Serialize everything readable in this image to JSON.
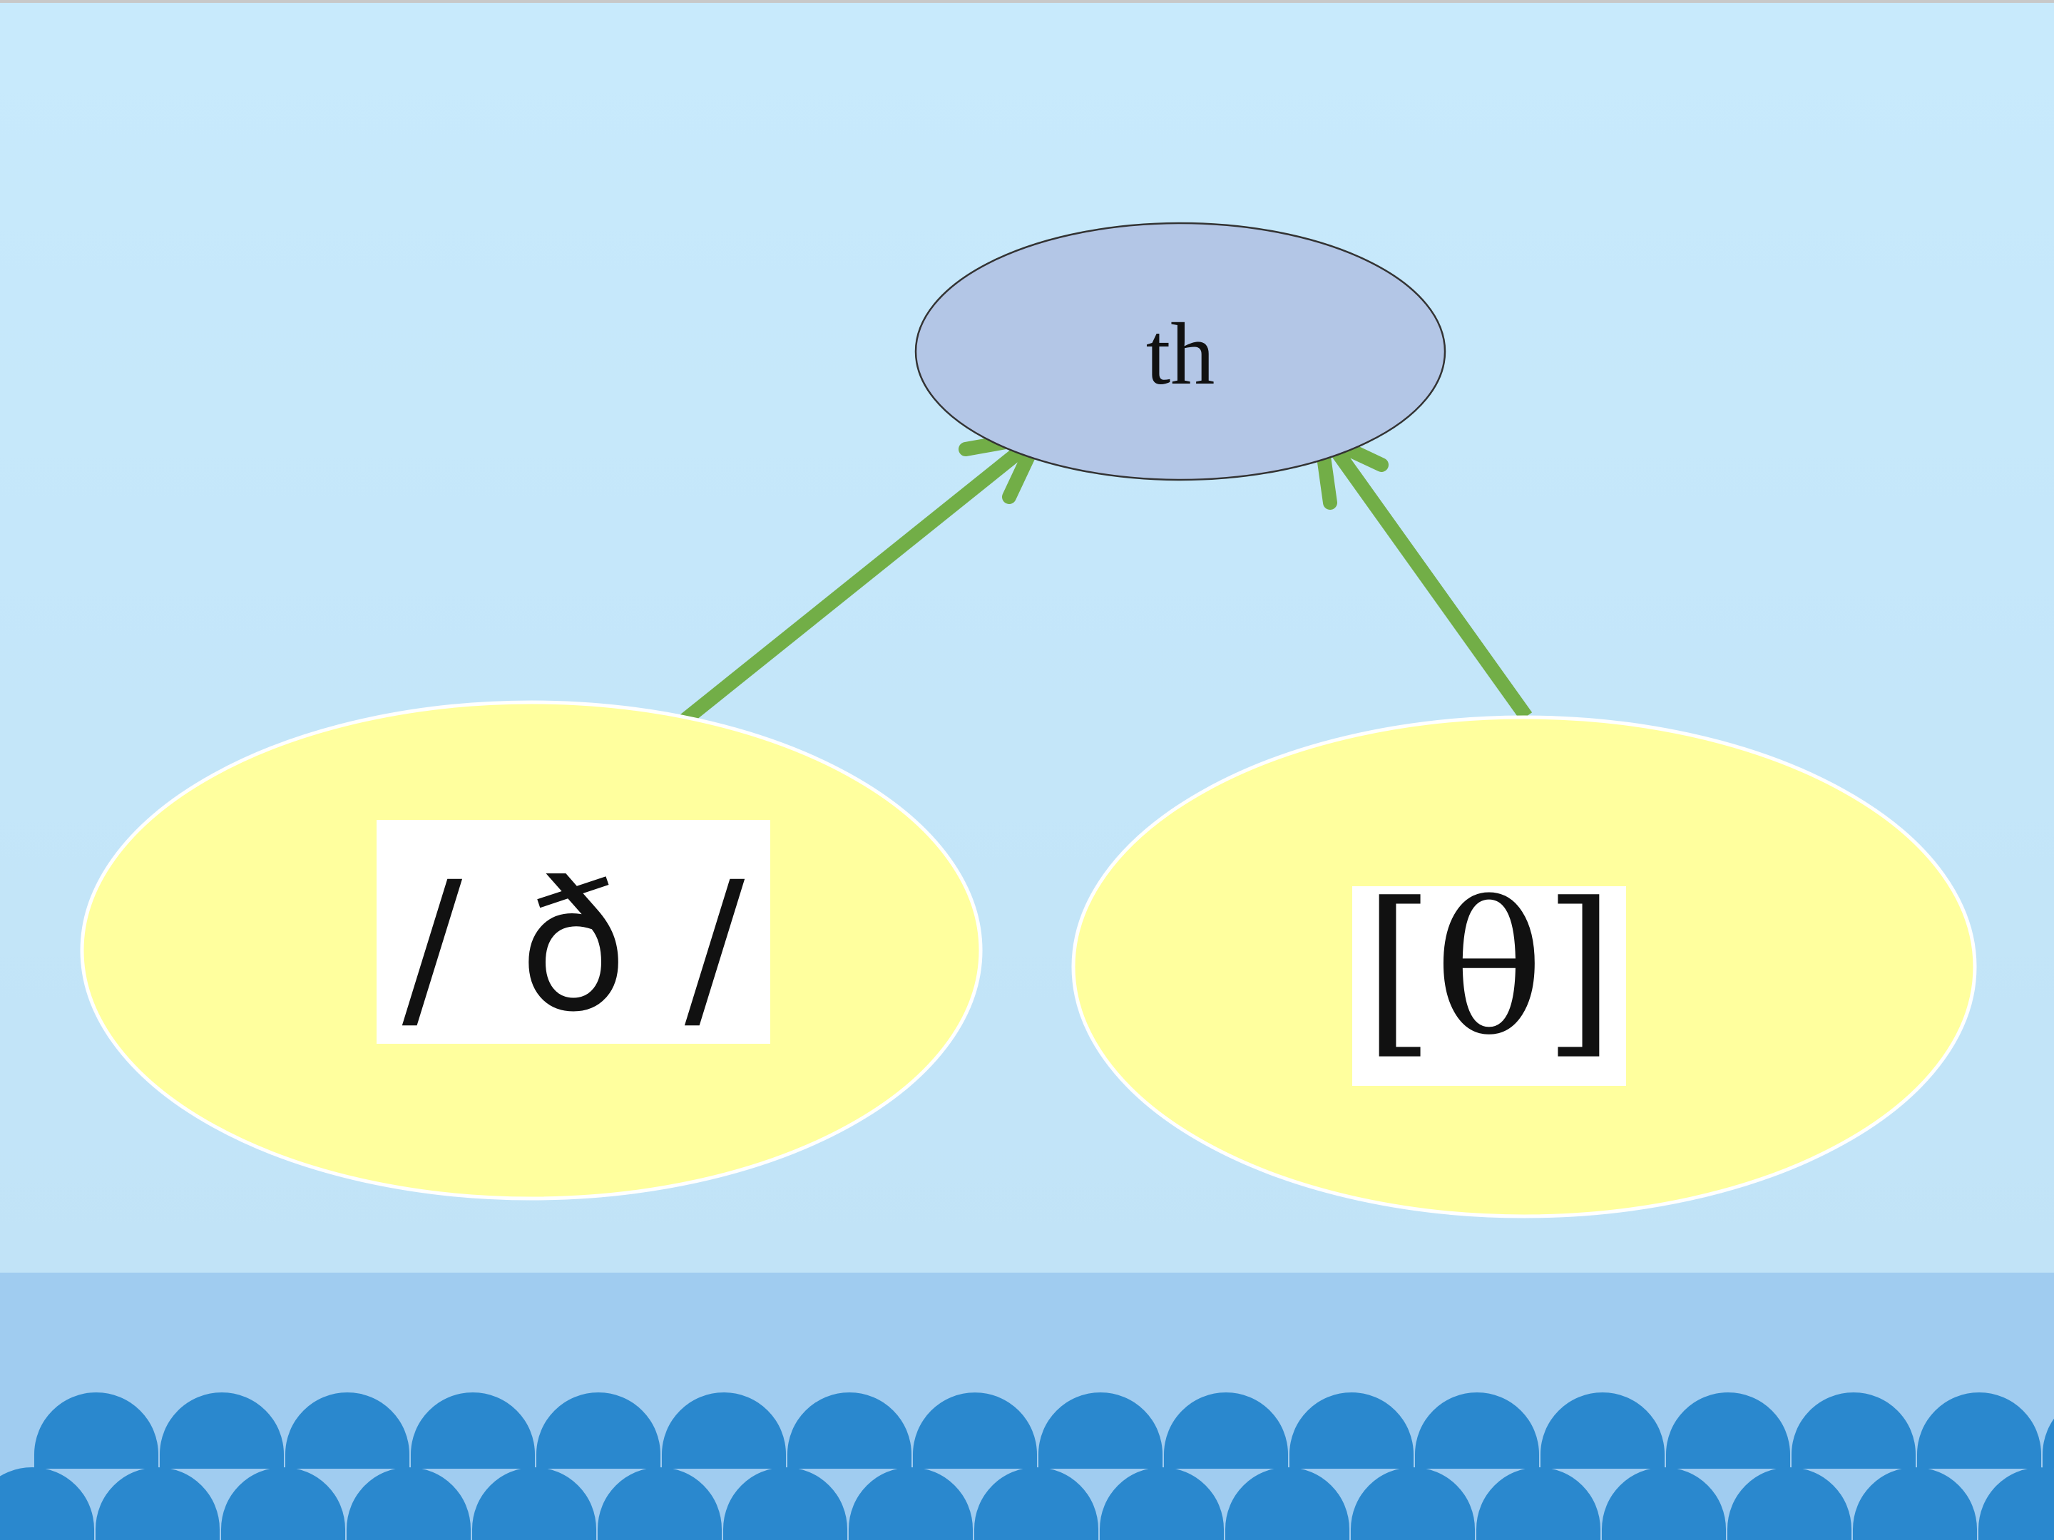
{
  "colors": {
    "sky_top": "#C8EAFC",
    "sky_bottom": "#C1E3F7",
    "water_band": "#A0CCF0",
    "waves": "#2A88CE",
    "top_node_fill": "#B3C6E6",
    "top_node_stroke": "#333333",
    "leaf_node_fill": "#FFFF9E",
    "leaf_node_stroke": "#FFFFFF",
    "arrow": "#72AE47",
    "symbol_box": "#FFFFFF",
    "text": "#111111"
  },
  "diagram": {
    "root": {
      "label": "th"
    },
    "children": [
      {
        "label": "/ð/",
        "symbol_display": "/ ð /"
      },
      {
        "label": "[θ]",
        "symbol_display": "[θ]"
      }
    ]
  }
}
